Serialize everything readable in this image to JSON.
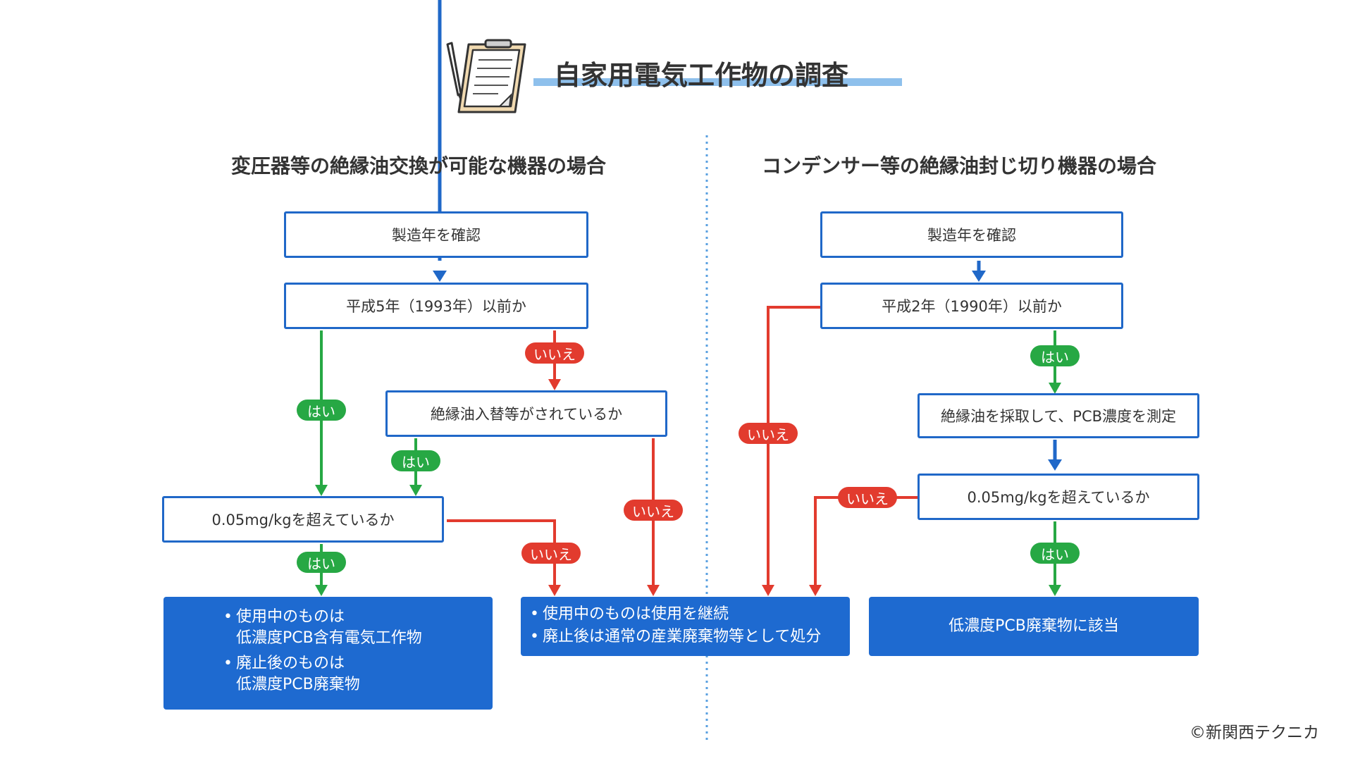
{
  "title": "自家用電気工作物の調査",
  "copyright": "©新関西テクニカ",
  "colors": {
    "blue": "#2068c8",
    "green": "#27a844",
    "red": "#e23b2e",
    "result_bg": "#1e6ad0",
    "divider": "#5aa0e0",
    "title_underline": "#8ec0ec"
  },
  "icons": {
    "clipboard": "clipboard-icon",
    "pen": "pen-icon"
  },
  "left": {
    "heading": "変圧器等の絶縁油交換が可能な機器の場合",
    "box1": "製造年を確認",
    "box2": "平成5年（1993年）以前か",
    "box3": "絶縁油入替等がされているか",
    "box4": "0.05mg/kgを超えているか",
    "result_a": {
      "item1_line1": "使用中のものは",
      "item1_line2": "低濃度PCB含有電気工作物",
      "item2_line1": "廃止後のものは",
      "item2_line2": "低濃度PCB廃棄物"
    }
  },
  "shared_result": {
    "item1": "使用中のものは使用を継続",
    "item2": "廃止後は通常の産業廃棄物等として処分"
  },
  "right": {
    "heading": "コンデンサー等の絶縁油封じ切り機器の場合",
    "box1": "製造年を確認",
    "box2": "平成2年（1990年）以前か",
    "box3": "絶縁油を採取して、PCB濃度を測定",
    "box4": "0.05mg/kgを超えているか",
    "result": "低濃度PCB廃棄物に該当"
  },
  "labels": {
    "yes": "はい",
    "no": "いいえ"
  }
}
